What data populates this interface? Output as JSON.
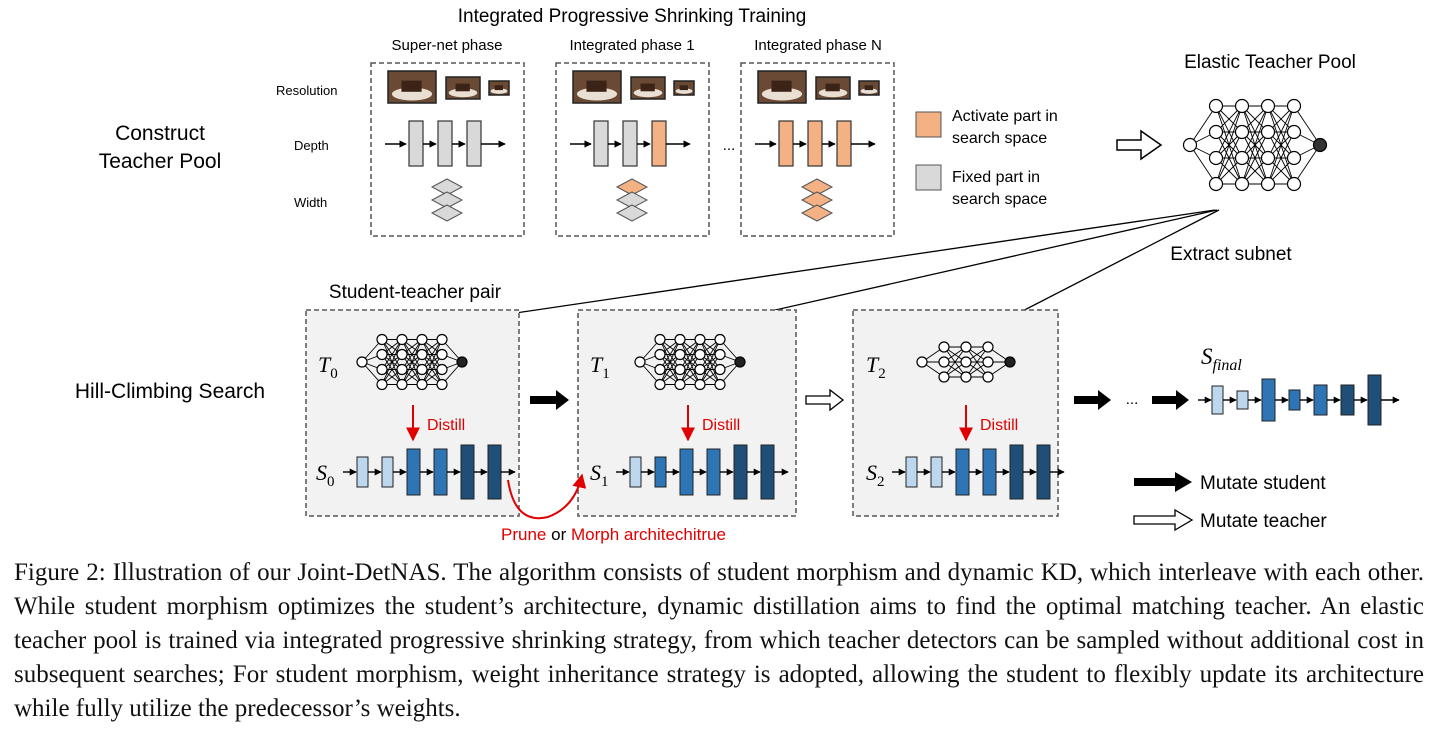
{
  "ips": {
    "title": "Integrated Progressive Shrinking Training",
    "phases": [
      "Super-net phase",
      "Integrated phase 1",
      "Integrated phase N"
    ],
    "rows": [
      "Resolution",
      "Depth",
      "Width"
    ],
    "ellipsis": "...",
    "section_label_1": "Construct",
    "section_label_2": "Teacher Pool"
  },
  "legend_search_space": {
    "active_1": "Activate part in",
    "active_2": "search space",
    "fixed_1": "Fixed part in",
    "fixed_2": "search space"
  },
  "pool": {
    "title": "Elastic Teacher Pool",
    "extract": "Extract subnet"
  },
  "hill": {
    "label": "Hill-Climbing Search",
    "pair_label": "Student-teacher pair",
    "teachers": [
      {
        "sym": "T",
        "sub": "0"
      },
      {
        "sym": "T",
        "sub": "1"
      },
      {
        "sym": "T",
        "sub": "2"
      }
    ],
    "students": [
      {
        "sym": "S",
        "sub": "0"
      },
      {
        "sym": "S",
        "sub": "1"
      },
      {
        "sym": "S",
        "sub": "2"
      }
    ],
    "distill": "Distill",
    "final_sym": "S",
    "final_sub": "final",
    "ellipsis": "...",
    "prune": "Prune",
    "or": "or",
    "morph": "Morph architechitrue"
  },
  "legend_mutate": {
    "student": "Mutate student",
    "teacher": "Mutate teacher"
  },
  "caption": "Figure 2: Illustration of our Joint-DetNAS. The algorithm consists of student morphism and dynamic KD, which interleave with each other. While student morphism optimizes the student’s architecture, dynamic distillation aims to find the optimal matching teacher. An elastic teacher pool is trained via integrated progressive shrinking strategy, from which teacher detectors can be sampled without additional cost in subsequent searches; For student morphism, weight inheritance strategy is adopted, allowing the student to flexibly update its architecture while fully utilize the predecessor’s weights.",
  "colors": {
    "active": "#f4b183",
    "fixed": "#d9d9d9",
    "red": "#e00000",
    "blue_light": "#bdd7ee",
    "blue_mid": "#2e75b6",
    "blue_dark": "#1f4e79"
  }
}
